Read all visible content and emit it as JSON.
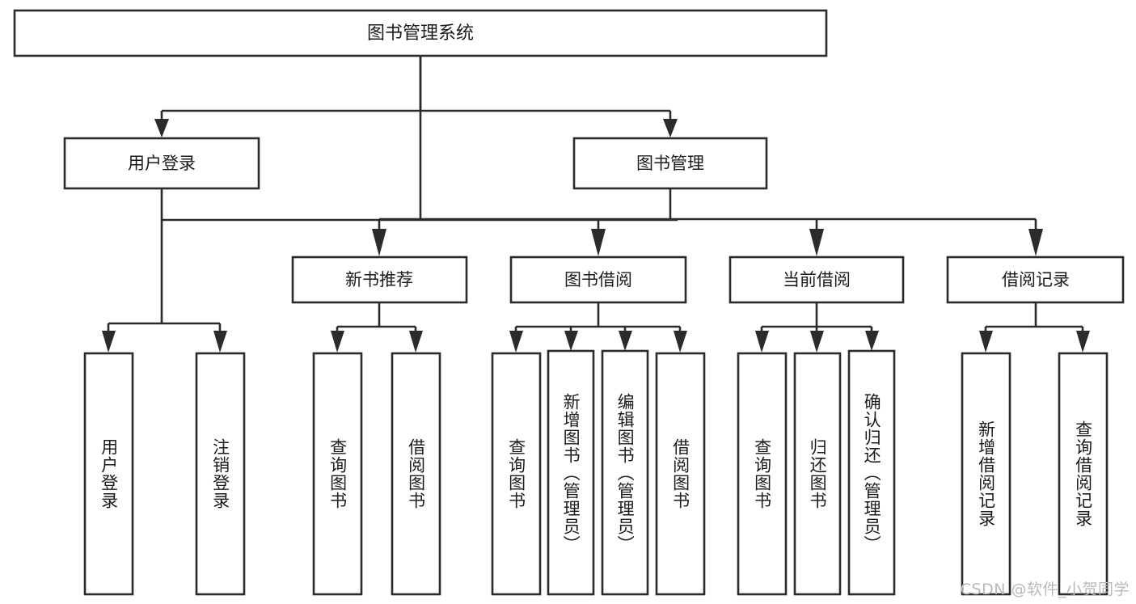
{
  "diagram": {
    "title": "图书管理系统",
    "watermark": "CSDN @软件_小贺同学",
    "type": "tree-hierarchy-diagram",
    "colors": {
      "stroke": "#2b2b2b",
      "fill": "#ffffff",
      "text": "#1b1b1b",
      "watermark": "#b9b9b9"
    },
    "root": {
      "label": "图书管理系统"
    },
    "level2": [
      {
        "label": "用户登录"
      },
      {
        "label": "图书管理"
      }
    ],
    "level3": [
      {
        "label": "新书推荐"
      },
      {
        "label": "图书借阅"
      },
      {
        "label": "当前借阅"
      },
      {
        "label": "借阅记录"
      }
    ],
    "leaves": {
      "user_login": [
        {
          "label": "用户登录"
        },
        {
          "label": "注销登录"
        }
      ],
      "new_book_recommend": [
        {
          "label": "查询图书"
        },
        {
          "label": "借阅图书"
        }
      ],
      "book_borrow": [
        {
          "label": "查询图书"
        },
        {
          "label": "新增图书（管理员）"
        },
        {
          "label": "编辑图书（管理员）"
        },
        {
          "label": "借阅图书"
        }
      ],
      "current_borrow": [
        {
          "label": "查询图书"
        },
        {
          "label": "归还图书"
        },
        {
          "label": "确认归还（管理员）"
        }
      ],
      "borrow_record": [
        {
          "label": "新增借阅记录"
        },
        {
          "label": "查询借阅记录"
        }
      ]
    }
  }
}
